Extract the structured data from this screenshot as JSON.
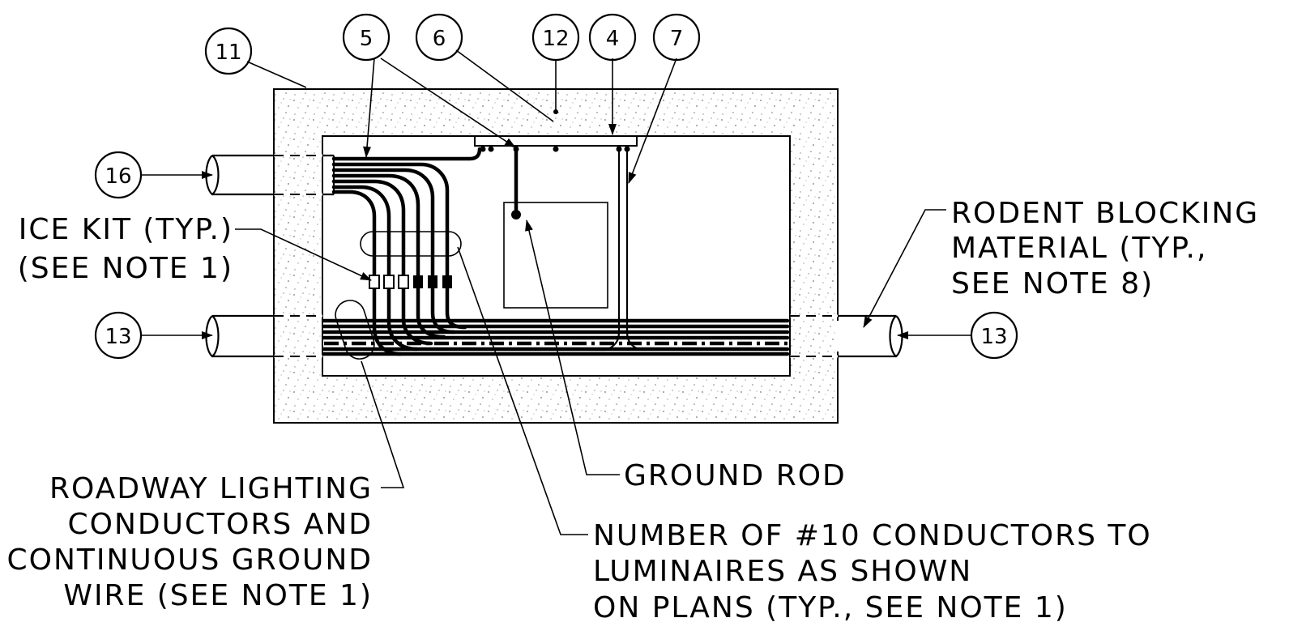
{
  "callouts": {
    "c11": "11",
    "c5": "5",
    "c6": "6",
    "c12": "12",
    "c4": "4",
    "c7": "7",
    "c16": "16",
    "c13_left": "13",
    "c13_right": "13"
  },
  "labels": {
    "splice_kit_1": "ICE KIT (TYP.)",
    "splice_kit_2": "(SEE NOTE 1)",
    "rodent_1": "RODENT BLOCKING",
    "rodent_2": "MATERIAL (TYP.,",
    "rodent_3": "SEE NOTE 8)",
    "ground_rod": "GROUND ROD",
    "roadway_1": "ROADWAY LIGHTING",
    "roadway_2": "CONDUCTORS AND",
    "roadway_3": "CONTINUOUS GROUND",
    "roadway_4": "WIRE (SEE NOTE 1)",
    "number_1": "NUMBER OF #10 CONDUCTORS TO",
    "number_2": "LUMINAIRES AS SHOWN",
    "number_3": "ON PLANS (TYP., SEE NOTE 1)"
  }
}
